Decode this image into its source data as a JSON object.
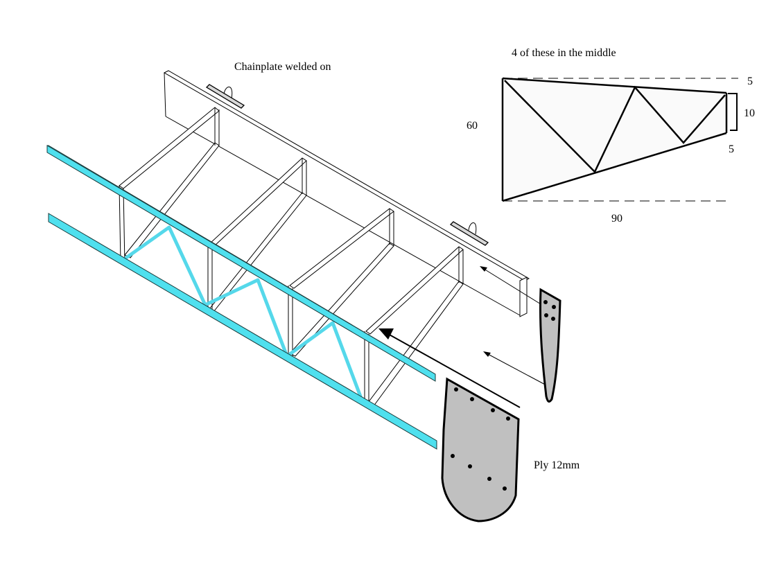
{
  "labels": {
    "chainplate": "Chainplate welded on",
    "truss_title": "4 of these in the middle",
    "ply": "Ply 12mm"
  },
  "truss_dimensions": {
    "height": "60",
    "length": "90",
    "top_offset": "5",
    "end_height": "10",
    "bottom_offset": "5"
  },
  "colors": {
    "cyan_member": "#4fe0ee",
    "plate_fill": "#c0c0c0",
    "line": "#000000"
  }
}
